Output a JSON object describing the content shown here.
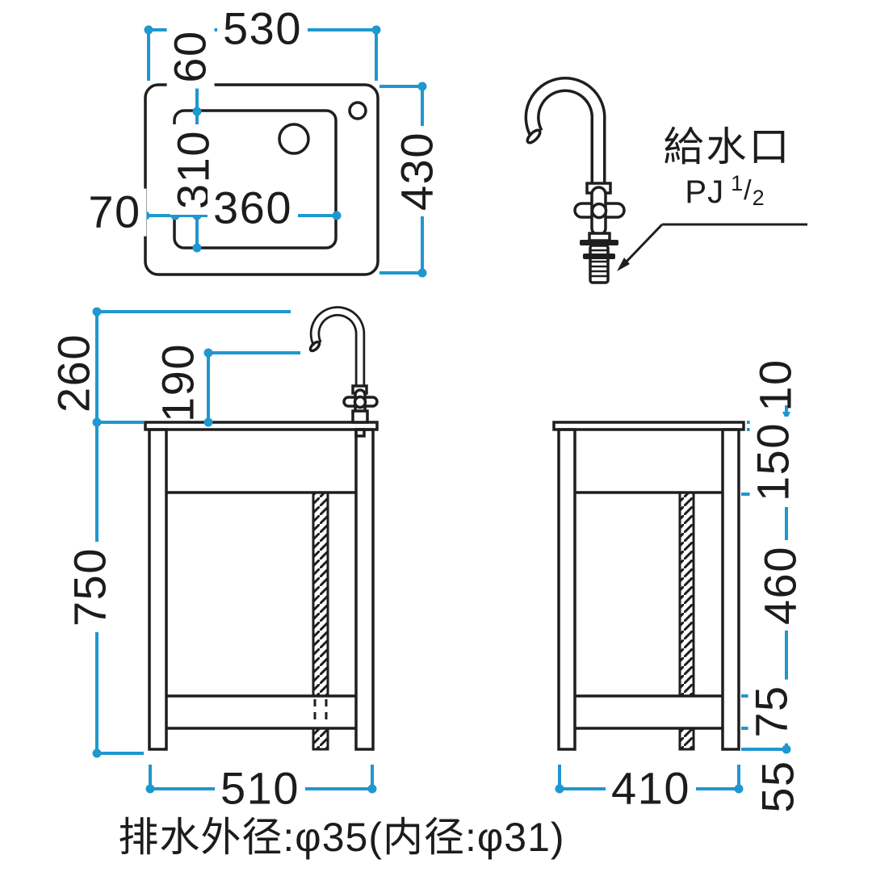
{
  "colors": {
    "dimension": "#1f97cf",
    "line": "#1e1e1e"
  },
  "top_view": {
    "width": "530",
    "depth": "430",
    "basin_inset_top": "60",
    "basin_depth": "310",
    "basin_width": "360",
    "basin_inset_left": "70"
  },
  "faucet_detail": {
    "title": "給水口",
    "spec_prefix": "PJ",
    "spec_numerator": "1",
    "spec_slash": "/",
    "spec_denominator": "2"
  },
  "front_view": {
    "faucet_height": "260",
    "spout_height": "190",
    "counter_height": "750",
    "width": "510"
  },
  "side_view": {
    "top_thickness": "10",
    "apron_height": "150",
    "open_height": "460",
    "shelf_height": "75",
    "foot_height": "55",
    "depth": "410"
  },
  "footer": {
    "drain_note": "排水外径:φ35(内径:φ31)"
  }
}
